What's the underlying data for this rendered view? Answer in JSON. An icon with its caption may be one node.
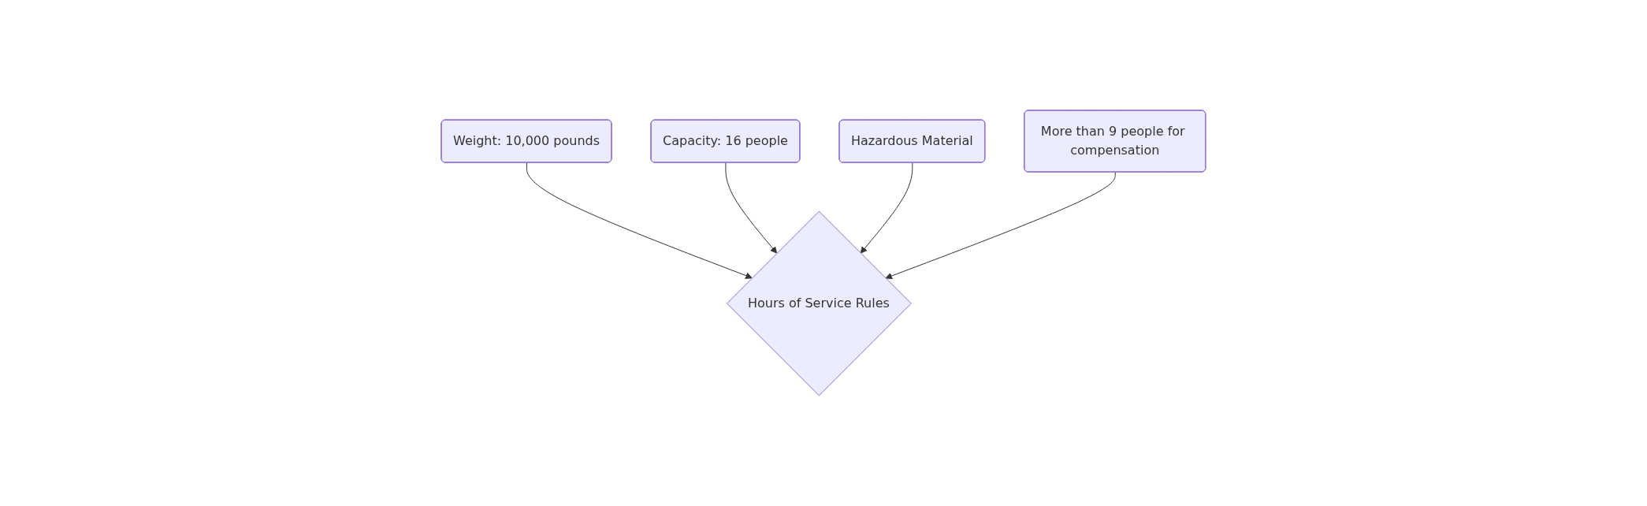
{
  "diagram": {
    "nodes": [
      {
        "text": [
          "Weight: 10,000 pounds"
        ]
      },
      {
        "text": [
          "Capacity: 16 people"
        ]
      },
      {
        "text": [
          "Hazardous Material"
        ]
      },
      {
        "text": [
          "More than 9 people for compensation"
        ]
      },
      {
        "text": [
          "Hours of Service Rules"
        ]
      }
    ],
    "edges": [
      {
        "from": 0,
        "to": 4,
        "arrow": "to"
      },
      {
        "from": 1,
        "to": 4,
        "arrow": "to"
      },
      {
        "from": 2,
        "to": 4,
        "arrow": "to"
      },
      {
        "from": 3,
        "to": 4,
        "arrow": "to"
      }
    ]
  }
}
